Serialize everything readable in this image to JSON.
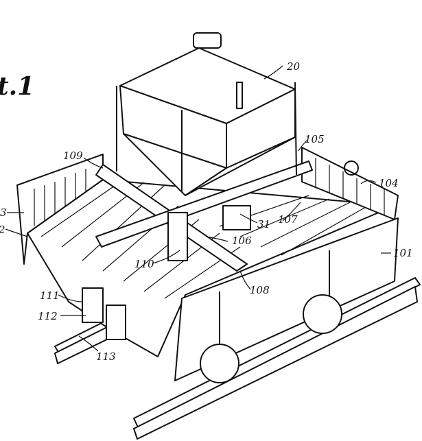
{
  "figure": {
    "title_fragment": "t.1",
    "labels": {
      "hopper": "20",
      "corner_post": "105",
      "cross_beam_end": "109",
      "hand_wheel": "104",
      "end_wall": "3",
      "floor_edge": "2",
      "brace": "31",
      "post_right": "107",
      "beam": "106",
      "center_column": "110",
      "side_beam": "108",
      "side_wall": "101",
      "sill_upper": "111",
      "sill_lower": "112",
      "rail_left": "113"
    }
  }
}
